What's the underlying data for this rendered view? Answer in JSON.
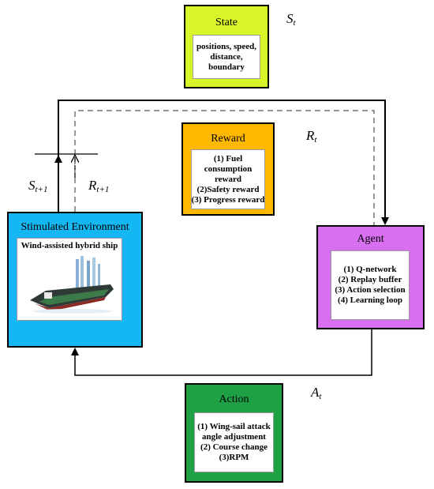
{
  "state": {
    "title": "State",
    "items": [
      "positions, speed,",
      "distance,",
      "boundary"
    ]
  },
  "reward": {
    "title": "Reward",
    "items": [
      "(1) Fuel",
      "consumption",
      "reward",
      "(2)Safety reward",
      "(3) Progress reward"
    ]
  },
  "environment": {
    "title": "Stimulated Environment",
    "ship_label": "Wind-assisted hybrid ship"
  },
  "agent": {
    "title": "Agent",
    "items": [
      "(1) Q-network",
      "(2) Replay buffer",
      "(3) Action selection",
      "(4) Learning loop"
    ]
  },
  "action": {
    "title": "Action",
    "items": [
      "(1) Wing-sail attack",
      "angle adjustment",
      "(2) Course change",
      "(3)RPM"
    ]
  },
  "symbols": {
    "s_t": {
      "base": "S",
      "sub": "t"
    },
    "r_t": {
      "base": "R",
      "sub": "t"
    },
    "a_t": {
      "base": "A",
      "sub": "t"
    },
    "s_next": {
      "base": "S",
      "sub": "t+1"
    },
    "r_next": {
      "base": "R",
      "sub": "t+1"
    }
  },
  "colors": {
    "state": "#d7f527",
    "reward": "#ffb800",
    "environment": "#14b7f2",
    "agent": "#d86ef0",
    "action": "#1fa045"
  }
}
